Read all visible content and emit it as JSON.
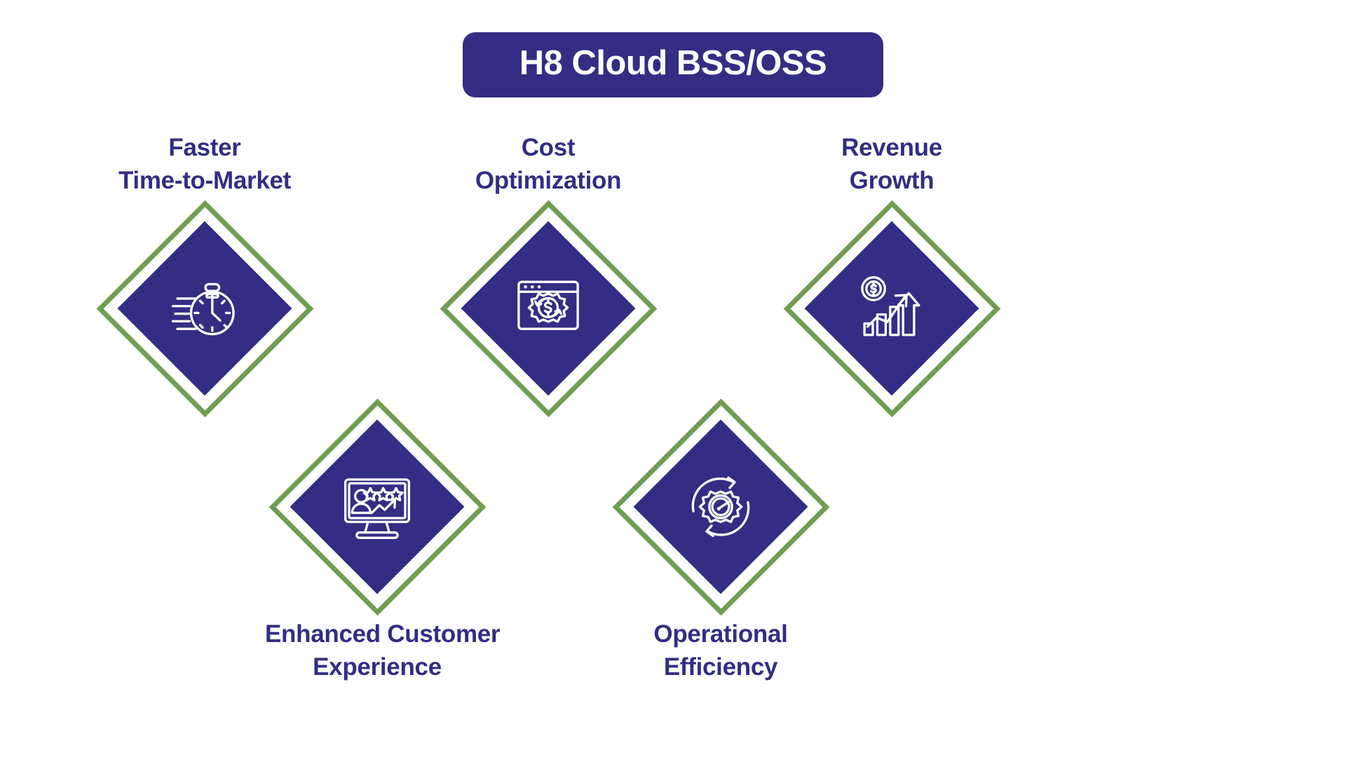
{
  "banner": {
    "title": "H8 Cloud BSS/OSS",
    "bg_color": "#332d84",
    "text_color": "#ffffff"
  },
  "theme": {
    "navy": "#332d84",
    "green": "#6f9e52",
    "white": "#ffffff",
    "background": "#ffffff"
  },
  "nodes": [
    {
      "id": "faster-time-to-market",
      "label_line1": "Faster",
      "label_line2": "Time-to-Market",
      "icon": "stopwatch-speed-icon",
      "row": "top"
    },
    {
      "id": "cost-optimization",
      "label_line1": "Cost",
      "label_line2": "Optimization",
      "icon": "browser-gear-dollar-icon",
      "row": "top"
    },
    {
      "id": "revenue-growth",
      "label_line1": "Revenue",
      "label_line2": "Growth",
      "icon": "coin-bar-chart-arrow-up-icon",
      "row": "top"
    },
    {
      "id": "enhanced-customer-experience",
      "label_line1": "Enhanced Customer",
      "label_line2": "Experience",
      "icon": "monitor-person-stars-trend-icon",
      "row": "bottom"
    },
    {
      "id": "operational-efficiency",
      "label_line1": "Operational",
      "label_line2": "Efficiency",
      "icon": "gear-gauge-cycle-icon",
      "row": "bottom"
    }
  ]
}
